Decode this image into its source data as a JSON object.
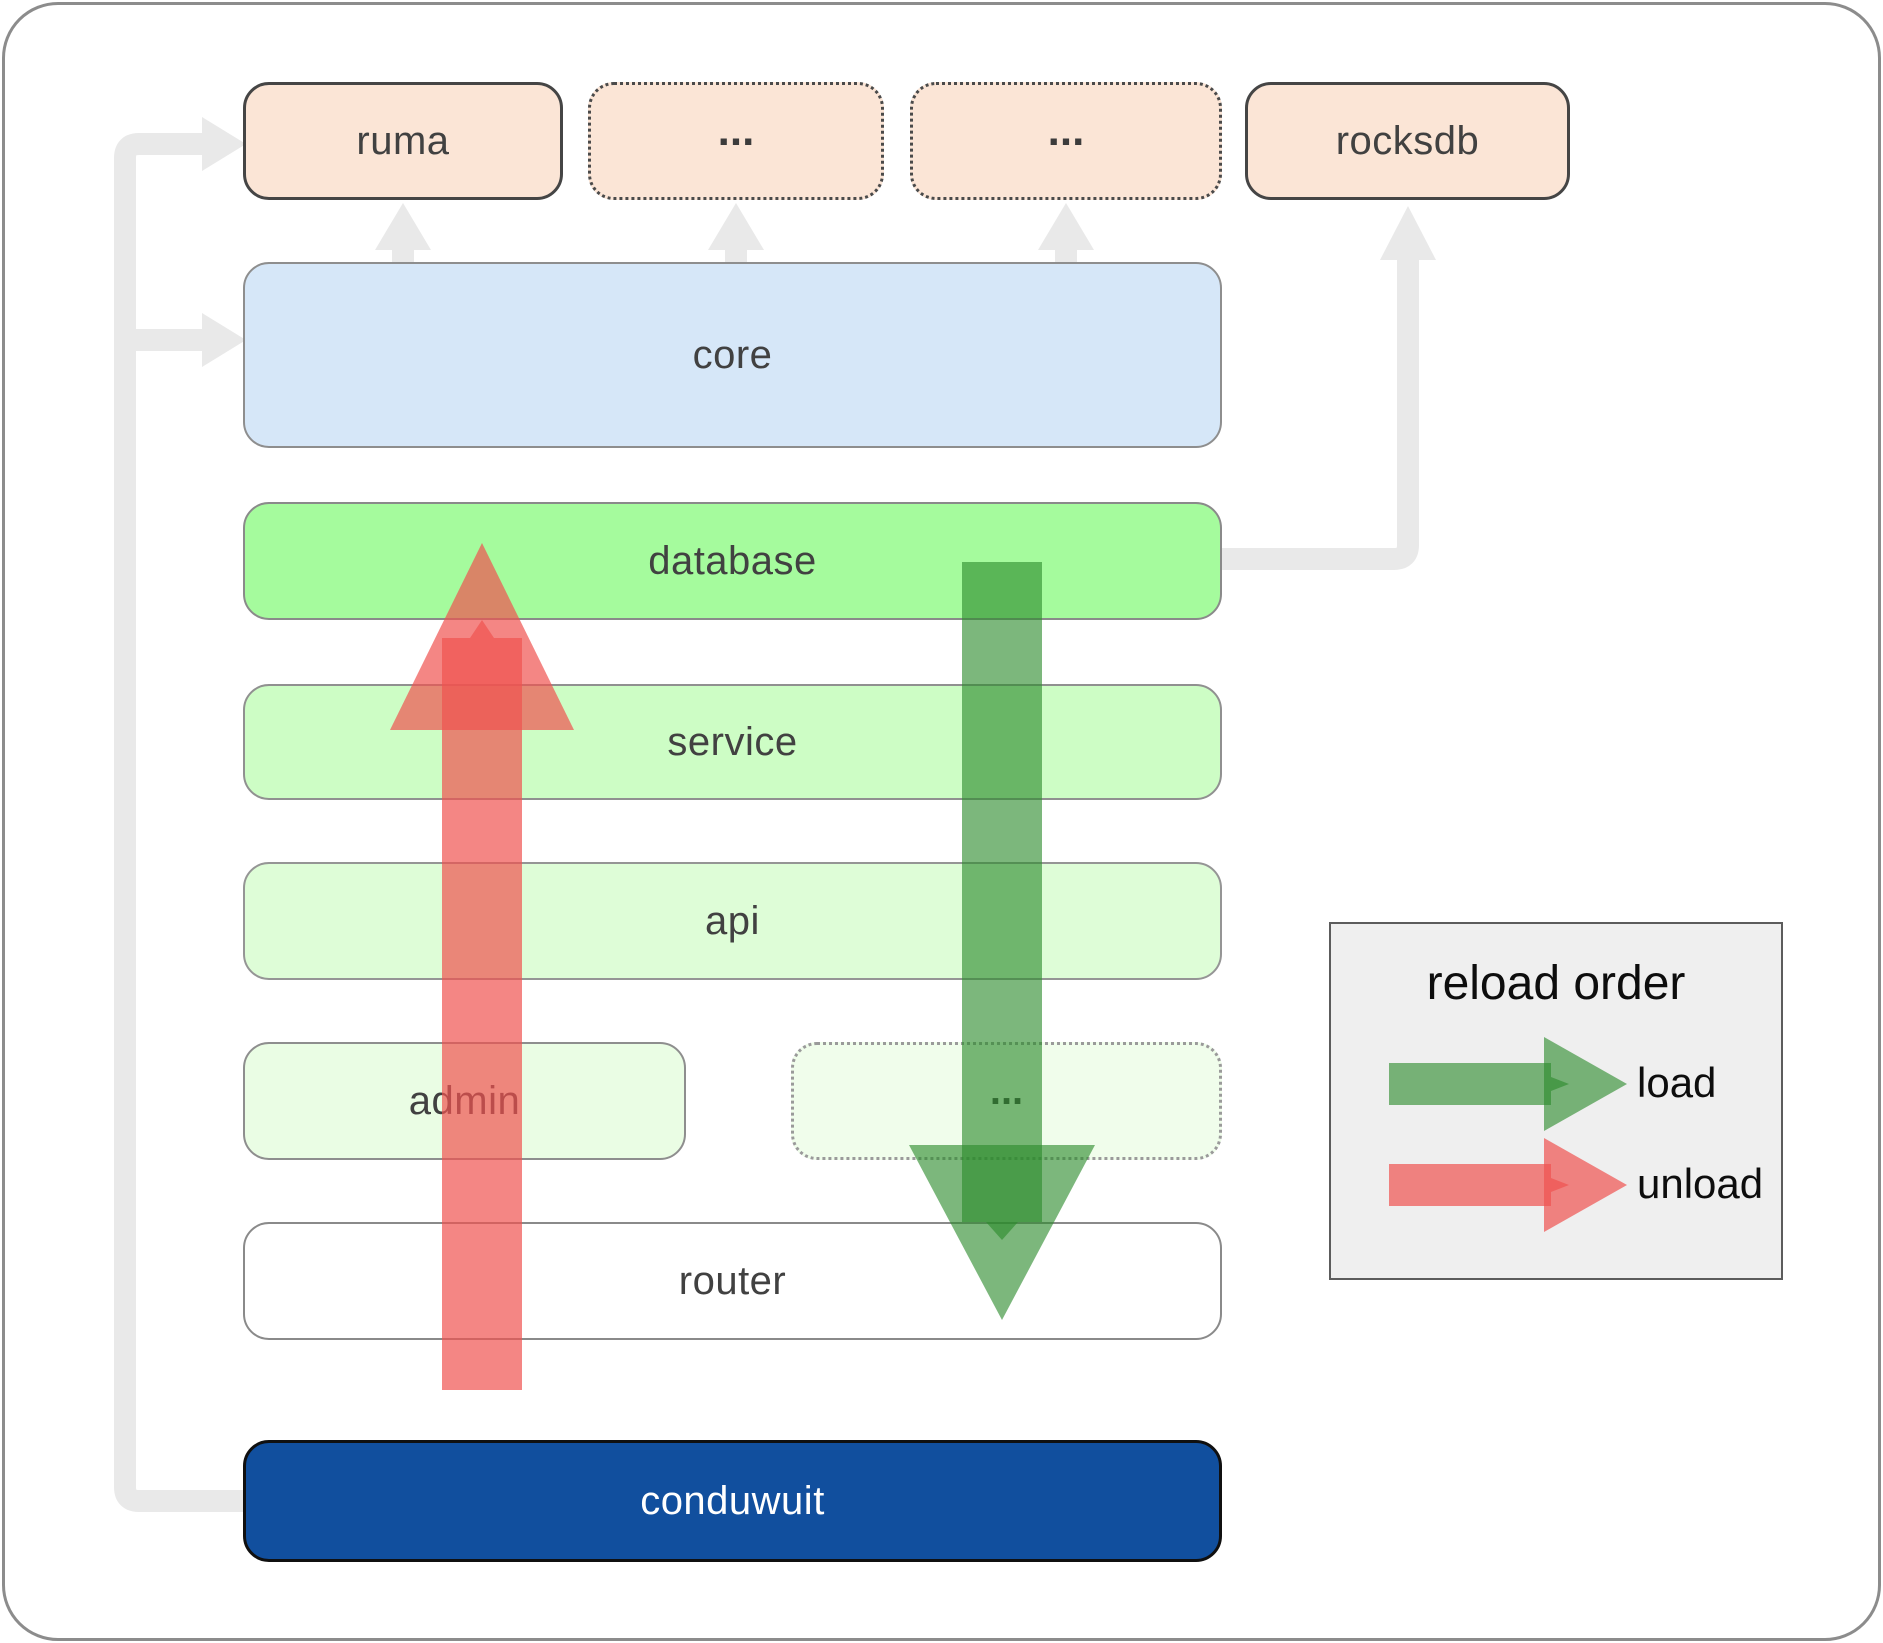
{
  "diagram": {
    "title_hint": "conduwuit crate architecture diagram",
    "boxes": {
      "ruma": "ruma",
      "dots_top_1": "...",
      "dots_top_2": "...",
      "rocksdb": "rocksdb",
      "core": "core",
      "database": "database",
      "service": "service",
      "api": "api",
      "admin": "admin",
      "dots_admin": "...",
      "router": "router",
      "conduwuit": "conduwuit"
    },
    "legend": {
      "title": "reload order",
      "load_label": "load",
      "unload_label": "unload"
    },
    "colors": {
      "load_arrow_green": "#2b8a2b",
      "unload_arrow_red": "#ef5350",
      "flow_line_gray": "#e9e9e9",
      "peach_fill": "#fbe5d6",
      "core_fill": "#d6e7f8",
      "database_fill": "#a5fb9d",
      "service_fill": "#cdfdc5",
      "api_fill": "#defdd7",
      "admin_fill": "#eafde4",
      "admin_dots_fill": "#f0fdeb",
      "router_fill": "#ffffff",
      "conduwuit_fill": "#114f9e",
      "legend_bg": "#efefef"
    },
    "icons": {
      "load_arrow": "down-arrow-icon",
      "unload_arrow": "up-arrow-icon",
      "dependency_arrows": "right-and-up-arrow-icons"
    }
  }
}
